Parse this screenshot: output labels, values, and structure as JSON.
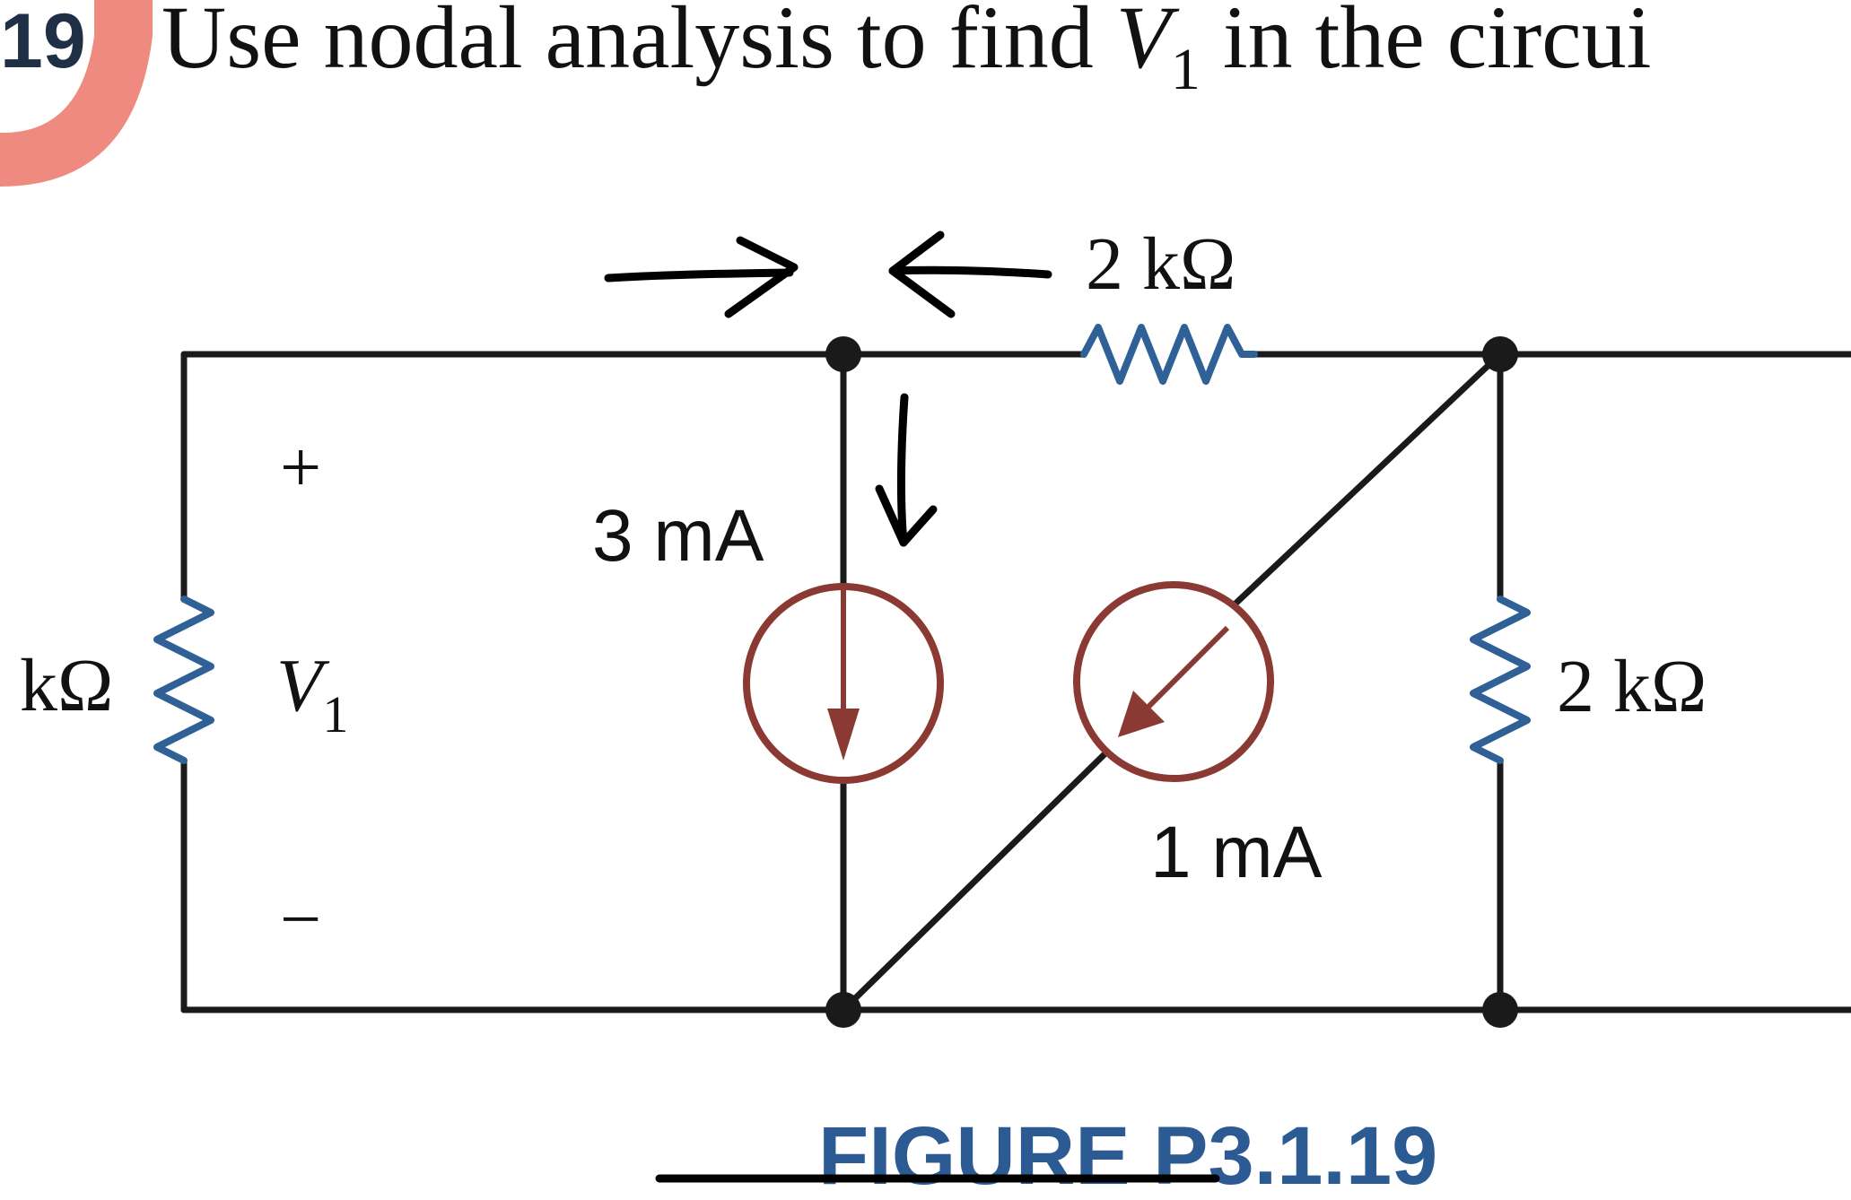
{
  "problem": {
    "number": "19",
    "text_prefix": "Use nodal analysis to find ",
    "variable": "V",
    "variable_sub": "1",
    "text_suffix": " in the circui"
  },
  "circuit": {
    "left_resistor_label": "kΩ",
    "top_resistor_label": "2 kΩ",
    "right_resistor_label": "2 kΩ",
    "source_3ma_label": "3 mA",
    "source_1ma_label": "1 mA",
    "v1_plus": "+",
    "v1_minus": "−",
    "v1_symbol": "V",
    "v1_sub": "1"
  },
  "figure_caption": "FIGURE P3.1.19",
  "colors": {
    "resistor": "#2f6196",
    "source": "#8a3a33",
    "wire": "#1a1a1a",
    "caption": "#2c5b93",
    "highlight": "#ef8a80"
  }
}
